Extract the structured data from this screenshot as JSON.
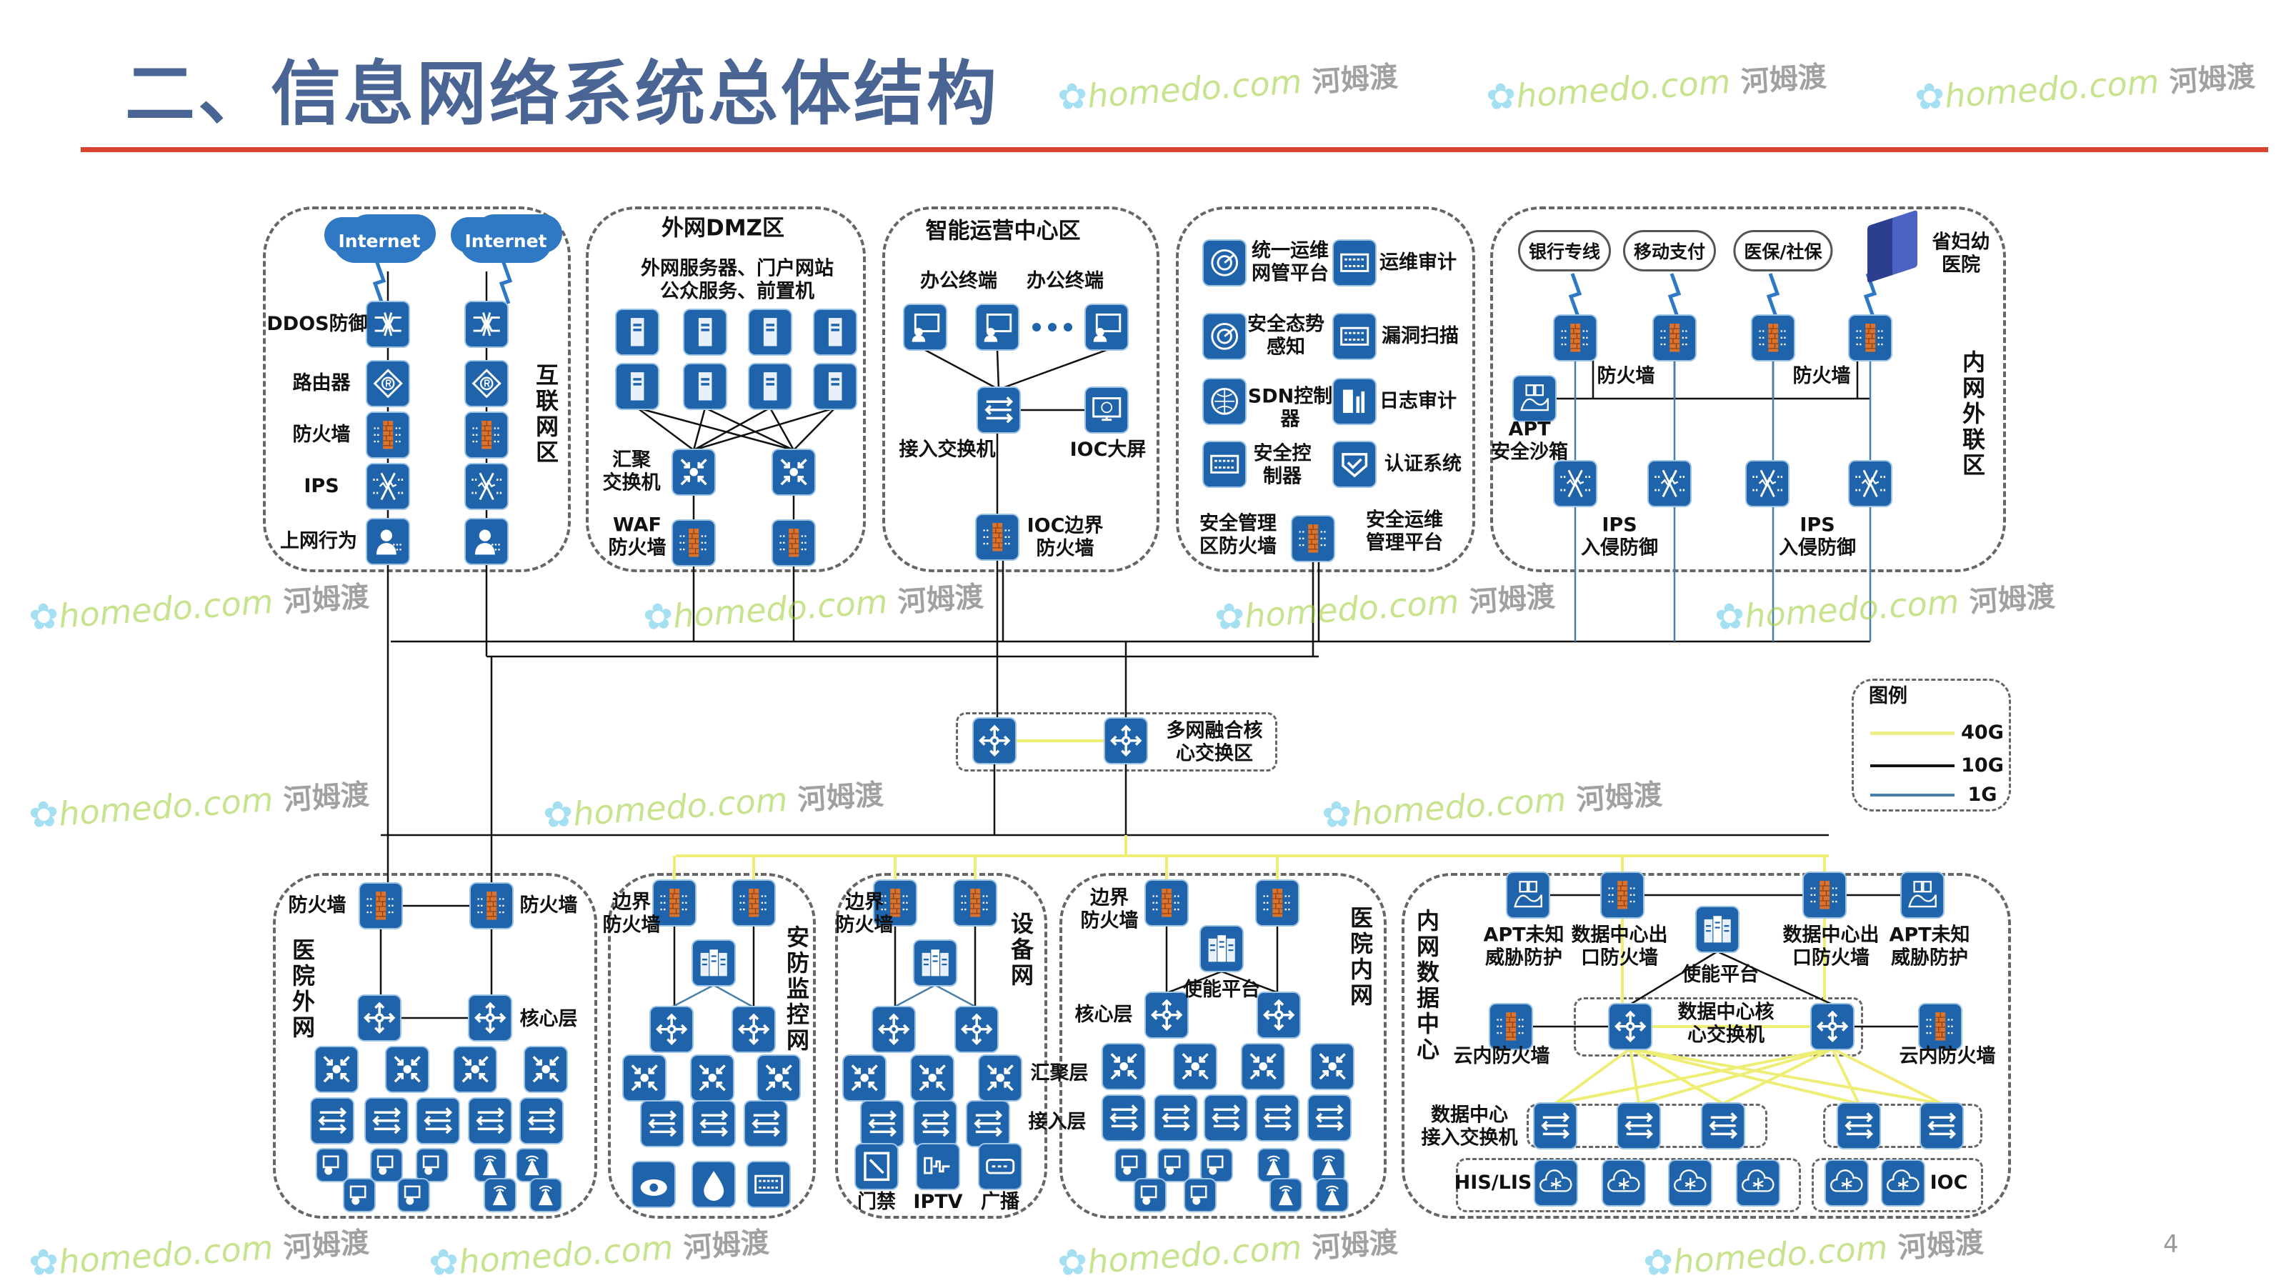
{
  "title": "二、信息网络系统总体结构",
  "page_number": "4",
  "watermark": {
    "brand": "homedo.com",
    "cn": "河姆渡"
  },
  "internet_zone": {
    "name": "互联网区",
    "clouds": [
      "Internet",
      "Internet"
    ],
    "layers": [
      "DDOS防御",
      "路由器",
      "防火墙",
      "IPS",
      "上网行为"
    ]
  },
  "dmz_zone": {
    "title": "外网DMZ区",
    "desc": "外网服务器、门户网站\n公众服务、前置机",
    "agg_label": "汇聚\n交换机",
    "waf_label": "WAF\n防火墙"
  },
  "ioc_zone": {
    "title": "智能运营中心区",
    "terminals": [
      "办公终端",
      "办公终端"
    ],
    "access_label": "接入交换机",
    "screen_label": "IOC大屏",
    "fw_label": "IOC边界\n防火墙"
  },
  "security_zone": {
    "items": [
      "统一运维\n网管平台",
      "运维审计",
      "安全态势\n感知",
      "漏洞扫描",
      "SDN控制\n器",
      "日志审计",
      "安全控\n制器",
      "认证系统"
    ],
    "fw_label": "安全管理\n区防火墙",
    "platform_label": "安全运维\n管理平台"
  },
  "external_zone": {
    "name": "内网外联区",
    "clouds": [
      "银行专线",
      "移动支付",
      "医保/社保"
    ],
    "hospital": "省妇幼\n医院",
    "fw_labels": [
      "防火墙",
      "防火墙"
    ],
    "apt_label": "APT\n安全沙箱",
    "ips_labels": [
      "IPS\n入侵防御",
      "IPS\n入侵防御"
    ]
  },
  "core_zone": {
    "label": "多网融合核\n心交换区"
  },
  "legend": {
    "title": "图例",
    "items": [
      {
        "label": "40G",
        "color": "#eeee88"
      },
      {
        "label": "10G",
        "color": "#111111"
      },
      {
        "label": "1G",
        "color": "#4a7fa8"
      }
    ]
  },
  "outer_net": {
    "name": "医院外网",
    "fw_labels": [
      "防火墙",
      "防火墙"
    ],
    "core_label": "核心层"
  },
  "security_net": {
    "name": "安防监控网",
    "fw_label": "边界\n防火墙"
  },
  "device_net": {
    "name": "设备网",
    "fw_label": "边界\n防火墙",
    "agg_label": "汇聚层",
    "access_label": "接入层",
    "endpoints": [
      "门禁",
      "IPTV",
      "广播"
    ]
  },
  "inner_net": {
    "name": "医院内网",
    "fw_label": "边界\n防火墙",
    "platform_label": "使能平台",
    "core_label": "核心层"
  },
  "datacenter": {
    "name": "内网数据中心",
    "apt_labels": [
      "APT未知\n威胁防护",
      "APT未知\n威胁防护"
    ],
    "exit_fw_labels": [
      "数据中心出\n口防火墙",
      "数据中心出\n口防火墙"
    ],
    "platform_label": "使能平台",
    "core_label": "数据中心核\n心交换机",
    "cloud_fw_labels": [
      "云内防火墙",
      "云内防火墙"
    ],
    "access_label": "数据中心\n接入交换机",
    "his_label": "HIS/LIS",
    "ioc_label": "IOC"
  },
  "colors": {
    "title": "#4a6494",
    "rule": "#d9432f",
    "device": "#1f64aa",
    "firewall_brick": "#d9732e"
  }
}
